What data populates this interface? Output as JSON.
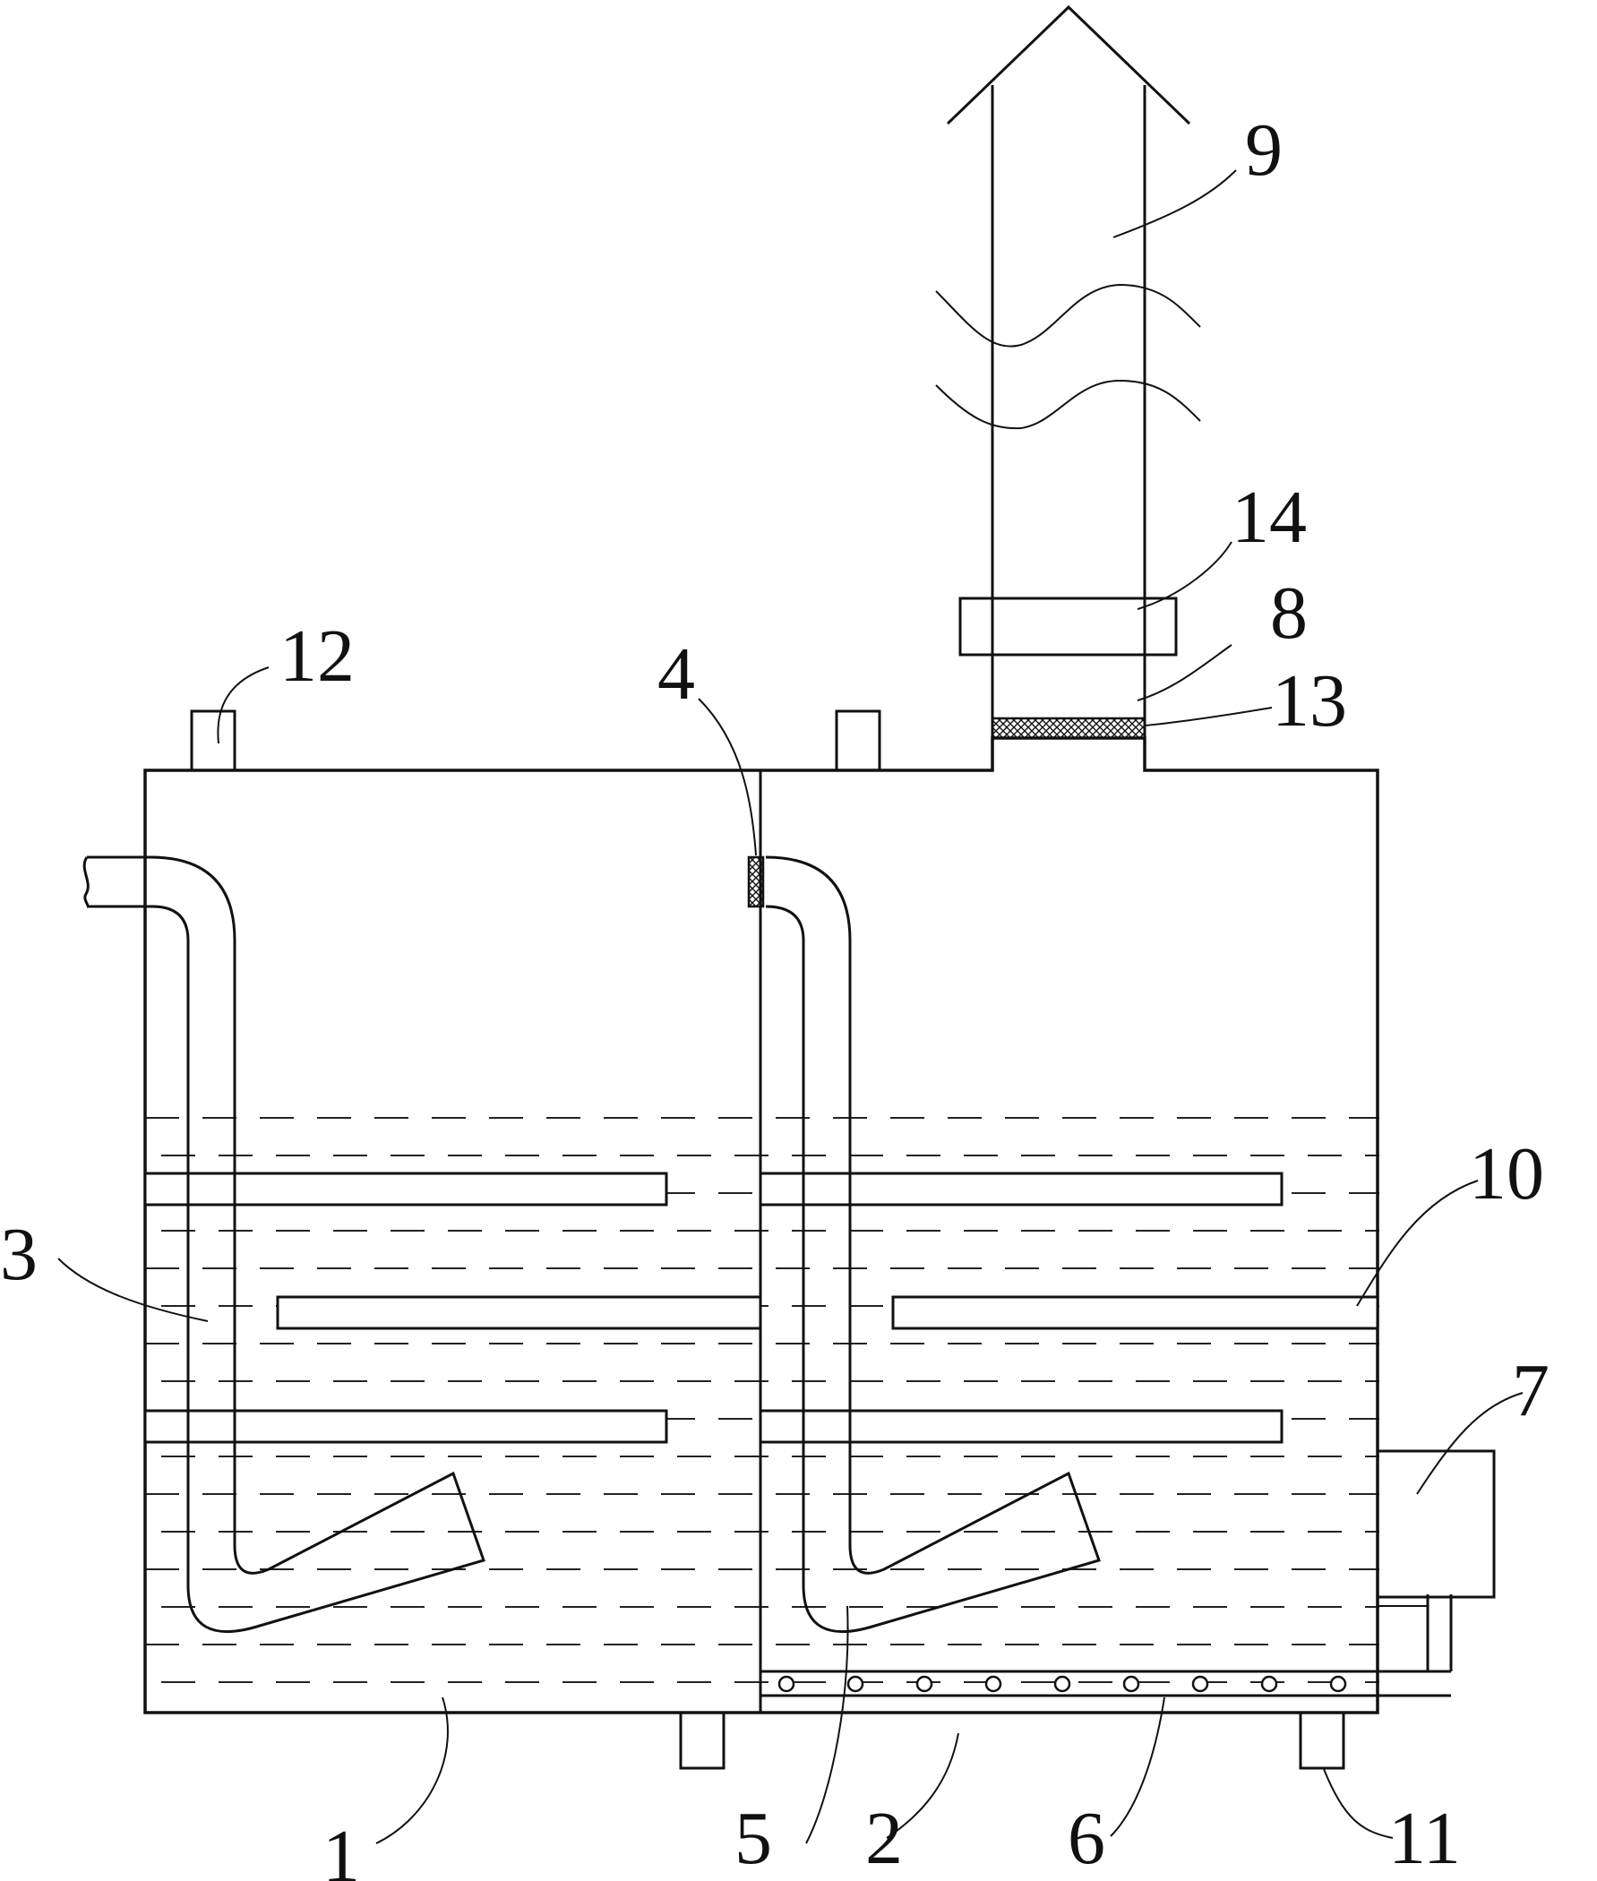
{
  "labels": {
    "l1": "1",
    "l2": "2",
    "l3": "3",
    "l4": "4",
    "l5": "5",
    "l6": "6",
    "l7": "7",
    "l8": "8",
    "l9": "9",
    "l10": "10",
    "l11": "11",
    "l12": "12",
    "l13": "13",
    "l14": "14"
  }
}
